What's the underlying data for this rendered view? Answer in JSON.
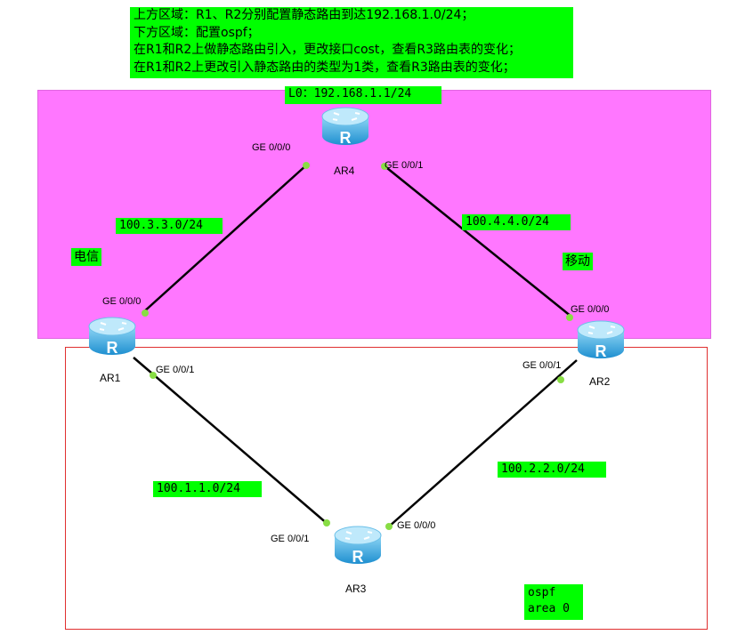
{
  "notes": [
    "上方区域：R1、R2分别配置静态路由到达192.168.1.0/24；",
    "下方区域：配置ospf；",
    "在R1和R2上做静态路由引入，更改接口cost，查看R3路由表的变化；",
    "在R1和R2上更改引入静态路由的类型为1类，查看R3路由表的变化；"
  ],
  "loopback_label": "L0：192.168.1.1/24",
  "routers": {
    "ar4": {
      "name": "AR4",
      "icon_letter": "R"
    },
    "ar1": {
      "name": "AR1",
      "icon_letter": "R"
    },
    "ar2": {
      "name": "AR2",
      "icon_letter": "R"
    },
    "ar3": {
      "name": "AR3",
      "icon_letter": "R"
    }
  },
  "ports": {
    "ar4_left": "GE 0/0/0",
    "ar4_right": "GE 0/0/1",
    "ar1_top": "GE 0/0/0",
    "ar1_bottom": "GE 0/0/1",
    "ar2_top": "GE 0/0/0",
    "ar2_bottom": "GE 0/0/1",
    "ar3_left": "GE 0/0/1",
    "ar3_right": "GE 0/0/0"
  },
  "subnets": {
    "ar1_ar4": "100.3.3.0/24",
    "ar2_ar4": "100.4.4.0/24",
    "ar1_ar3": "100.1.1.0/24",
    "ar2_ar3": "100.2.2.0/24"
  },
  "isp": {
    "left": "电信",
    "right": "移动"
  },
  "ospf_area": {
    "line1": "ospf",
    "line2": "area 0"
  },
  "colors": {
    "highlight": "#00ff00",
    "top_region": "#ff77ff",
    "bottom_region_border": "#e03030",
    "link": "#000000",
    "port_dot": "#88dd44"
  }
}
